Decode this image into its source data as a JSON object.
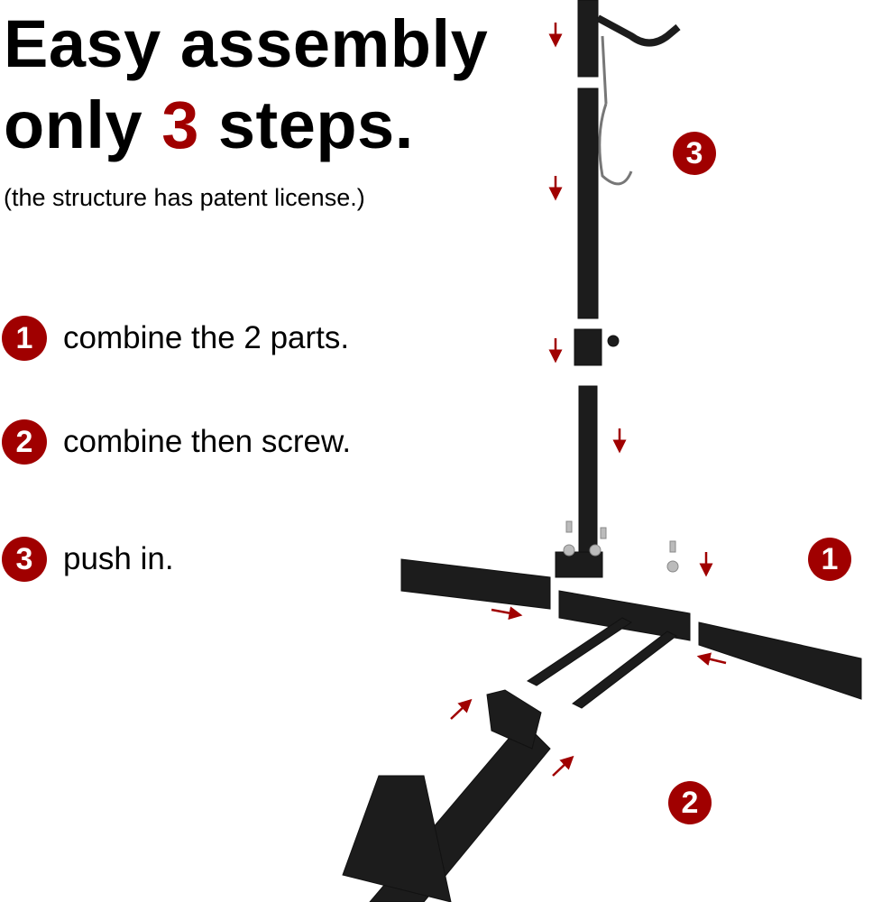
{
  "headline": {
    "line1": "Easy assembly",
    "line2_prefix": "only ",
    "line2_number": "3",
    "line2_suffix": " steps."
  },
  "subtitle": "(the structure has patent license.)",
  "steps": [
    {
      "number": "1",
      "text": "combine the 2 parts."
    },
    {
      "number": "2",
      "text": "combine then screw."
    },
    {
      "number": "3",
      "text": "push in."
    }
  ],
  "diagram_badges": {
    "top": "3",
    "right": "1",
    "bottom": "2"
  },
  "colors": {
    "accent": "#a00000",
    "metal": "#1a1a1a"
  }
}
